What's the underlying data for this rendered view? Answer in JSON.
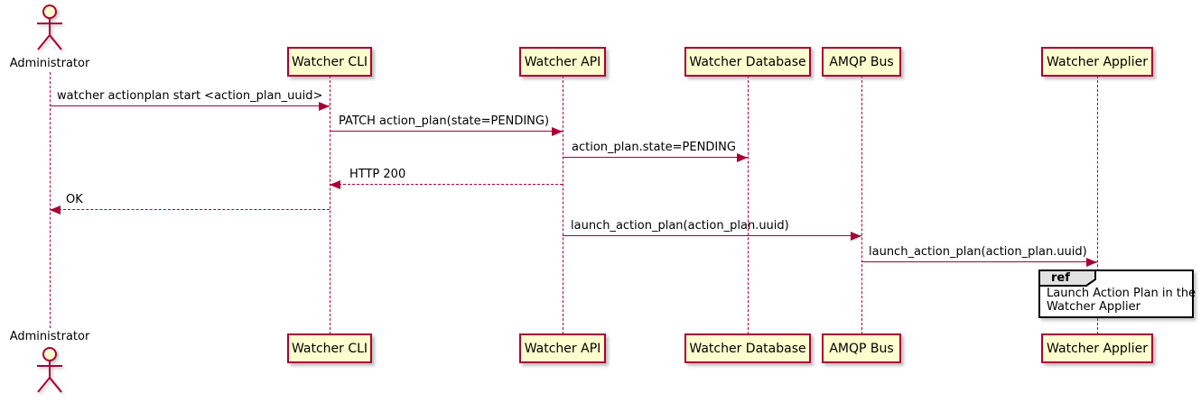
{
  "diagram_type": "uml-sequence",
  "colors": {
    "participant_fill": "#FEFECE",
    "participant_border": "#A80036",
    "arrow": "#A80036",
    "lifeline": "#A80036",
    "ref_border": "#000000",
    "ref_tab_fill": "#E2E2E2",
    "text": "#000000"
  },
  "actor": {
    "label": "Administrator"
  },
  "participants": [
    {
      "label": "Watcher CLI"
    },
    {
      "label": "Watcher API"
    },
    {
      "label": "Watcher Database"
    },
    {
      "label": "AMQP Bus"
    },
    {
      "label": "Watcher Applier"
    }
  ],
  "messages": [
    {
      "from": "Administrator",
      "to": "Watcher CLI",
      "label": "watcher actionplan start <action_plan_uuid>",
      "line": "solid",
      "direction": "right"
    },
    {
      "from": "Watcher CLI",
      "to": "Watcher API",
      "label": "PATCH action_plan(state=PENDING)",
      "line": "solid",
      "direction": "right"
    },
    {
      "from": "Watcher API",
      "to": "Watcher Database",
      "label": "action_plan.state=PENDING",
      "line": "solid",
      "direction": "right"
    },
    {
      "from": "Watcher API",
      "to": "Watcher CLI",
      "label": "HTTP 200",
      "line": "dashed",
      "direction": "left"
    },
    {
      "from": "Watcher CLI",
      "to": "Administrator",
      "label": "OK",
      "line": "dashed",
      "direction": "left"
    },
    {
      "from": "Watcher API",
      "to": "AMQP Bus",
      "label": "launch_action_plan(action_plan.uuid)",
      "line": "solid",
      "direction": "right"
    },
    {
      "from": "AMQP Bus",
      "to": "Watcher Applier",
      "label": "launch_action_plan(action_plan.uuid)",
      "line": "solid",
      "direction": "right"
    }
  ],
  "ref": {
    "keyword": "ref",
    "text_line1": "Launch Action Plan in the",
    "text_line2": "Watcher Applier"
  }
}
